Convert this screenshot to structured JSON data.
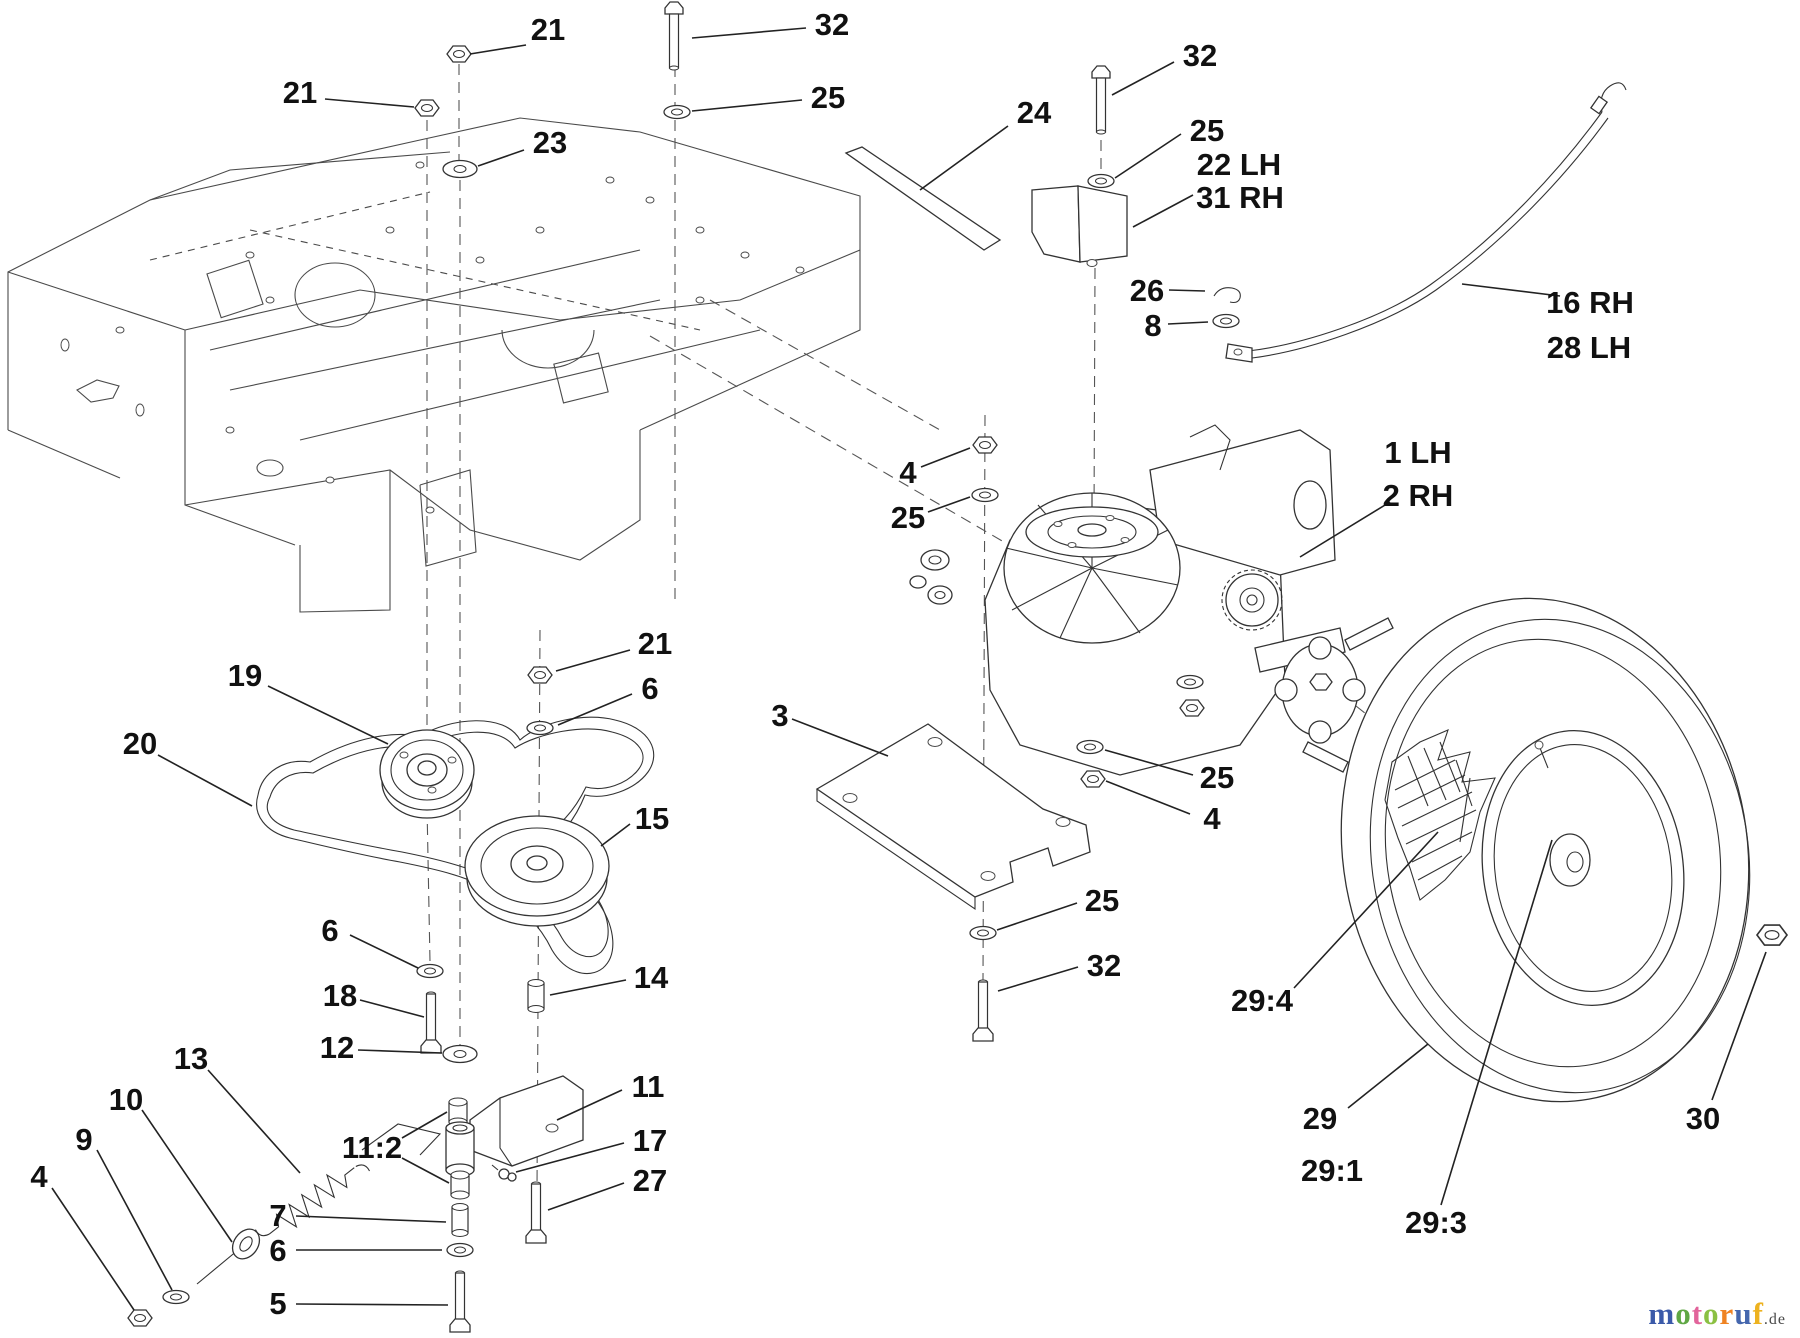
{
  "diagram": {
    "background": "#ffffff",
    "line_color": "#3c3c3c",
    "text_color": "#111111"
  },
  "callouts": {
    "c21_top": "21",
    "c32_top_left": "32",
    "c21_left": "21",
    "c25_top_left": "25",
    "c23": "23",
    "c24": "24",
    "c32_top_right": "32",
    "c25_top_right": "25",
    "c22lh": "22 LH",
    "c31rh": "31 RH",
    "c26": "26",
    "c8": "8",
    "c16rh": "16 RH",
    "c28lh": "28 LH",
    "c4_upper": "4",
    "c25_upper": "25",
    "c1lh": "1 LH",
    "c2rh": "2 RH",
    "c19": "19",
    "c20": "20",
    "c21_mid": "21",
    "c6_mid": "6",
    "c15": "15",
    "c3": "3",
    "c25_trans": "25",
    "c4_trans": "4",
    "c25_plate": "25",
    "c32_bottom": "32",
    "c14": "14",
    "c6_idler": "6",
    "c18": "18",
    "c12": "12",
    "c13": "13",
    "c10": "10",
    "c9": "9",
    "c4_bottom": "4",
    "c11_2": "11:2",
    "c11": "11",
    "c17": "17",
    "c27": "27",
    "c7": "7",
    "c6_pivot": "6",
    "c5": "5",
    "c29_4": "29:4",
    "c29": "29",
    "c29_1": "29:1",
    "c29_3": "29:3",
    "c30": "30"
  },
  "logo": {
    "letters": [
      {
        "ch": "m",
        "color": "#3b5aa9"
      },
      {
        "ch": "o",
        "color": "#5fa744"
      },
      {
        "ch": "t",
        "color": "#e2649b"
      },
      {
        "ch": "o",
        "color": "#8bc043"
      },
      {
        "ch": "r",
        "color": "#ef8322"
      },
      {
        "ch": "u",
        "color": "#4567ae"
      },
      {
        "ch": "f",
        "color": "#edb21f"
      }
    ],
    "suffix": ".de",
    "suffix_color": "#4a4a4a"
  }
}
